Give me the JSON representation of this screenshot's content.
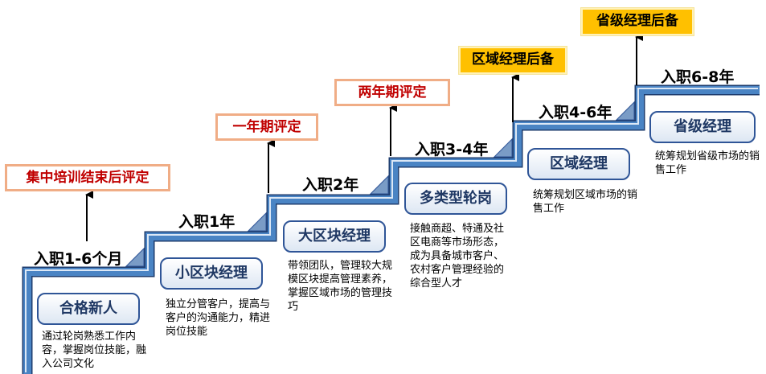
{
  "stages": [
    {
      "period": "入职1-6个月",
      "role": "合格新人",
      "desc": "通过轮岗熟悉工作内容，掌握岗位技能，融入公司文化",
      "evaluation": "集中培训结束后评定",
      "eval_style": "outline"
    },
    {
      "period": "入职1年",
      "role": "小区块经理",
      "desc": "独立分管客户，提高与客户的沟通能力，精进岗位技能",
      "evaluation": "一年期评定",
      "eval_style": "outline"
    },
    {
      "period": "入职2年",
      "role": "大区块经理",
      "desc": "带领团队，管理较大规模区块提高管理素养，掌握区域市场的管理技巧",
      "evaluation": "两年期评定",
      "eval_style": "outline"
    },
    {
      "period": "入职3-4年",
      "role": "多类型轮岗",
      "desc": "接触商超、特通及社区电商等市场形态，成为具备城市客户、农村客户管理经验的综合型人才",
      "evaluation": "区域经理后备",
      "eval_style": "gold"
    },
    {
      "period": "入职4-6年",
      "role": "区域经理",
      "desc": "统筹规划区域市场的销售工作",
      "evaluation": "省级经理后备",
      "eval_style": "gold"
    },
    {
      "period": "入职6-8年",
      "role": "省级经理",
      "desc": "统筹规划省级市场的销售工作"
    }
  ],
  "colors": {
    "step": "#4a84c4",
    "step_highlight": "#dce8f6",
    "step_edge": "#1f3d6e",
    "eval_text": "#c00000",
    "eval_border": "#f0ad86",
    "gold_fill": "#ffc000",
    "role_text": "#1f3864"
  }
}
